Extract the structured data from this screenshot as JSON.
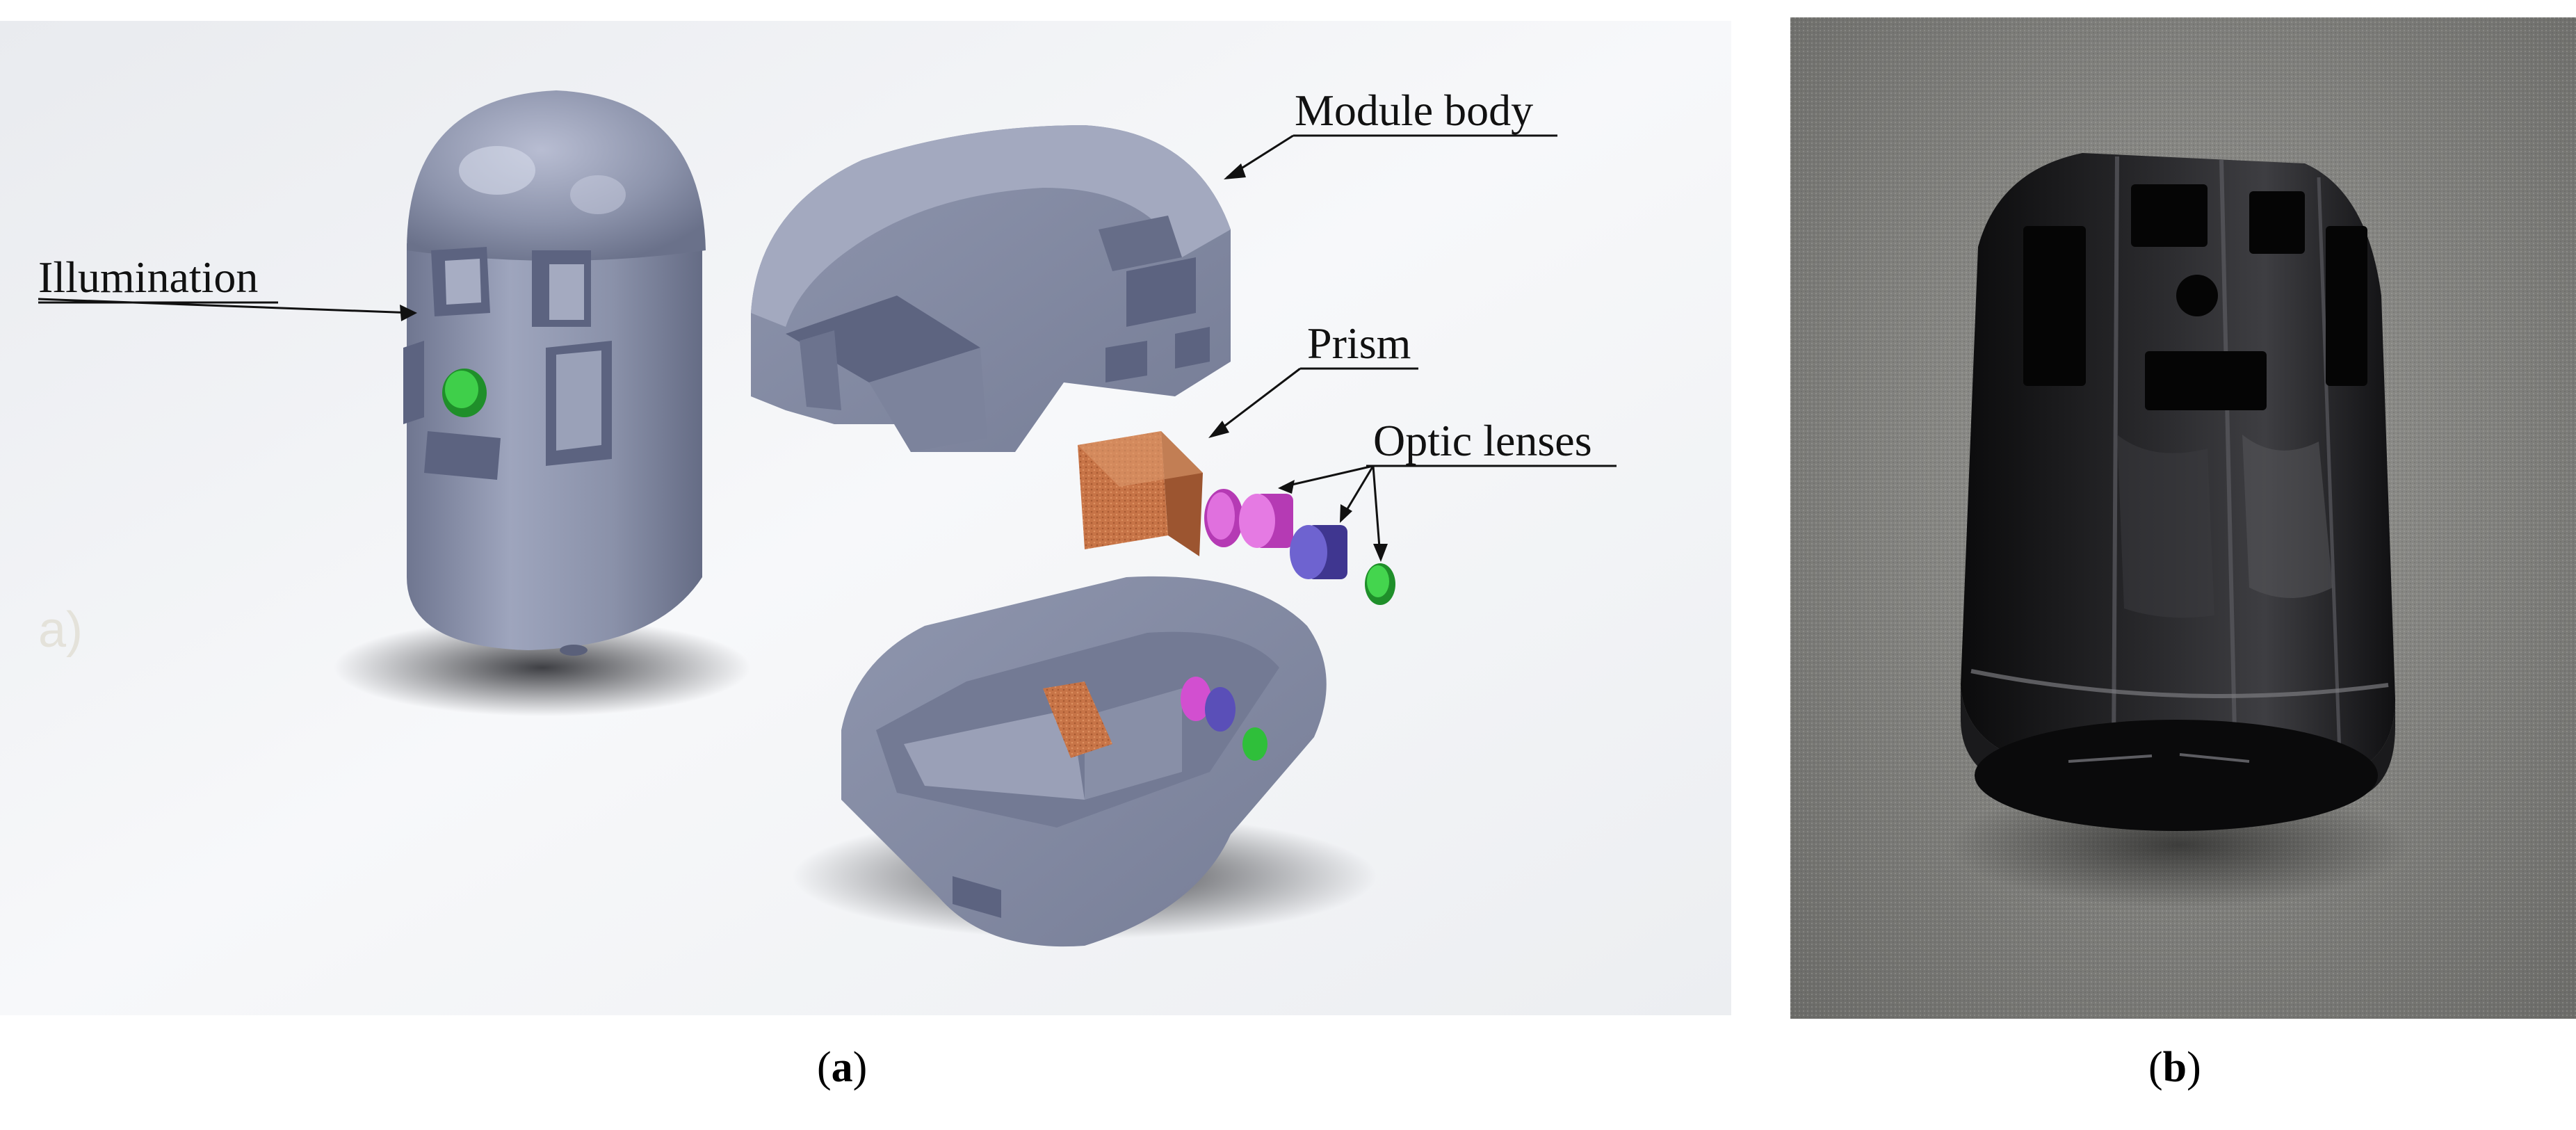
{
  "panel_a": {
    "labels": {
      "illumination": "Illumination",
      "module_body": "Module body",
      "prism": "Prism",
      "optic_lenses": "Optic lenses",
      "faint_tag": "a)"
    },
    "caption": {
      "open": "(",
      "letter": "a",
      "close": ")"
    }
  },
  "panel_b": {
    "caption": {
      "open": "(",
      "letter": "b",
      "close": ")"
    }
  },
  "colors": {
    "body_gray": "#8c93ab",
    "prism_orange": "#c9784a",
    "lens_magenta": "#d24fd0",
    "lens_blue": "#5a4fb8",
    "lens_green": "#2fbf3a",
    "background": "#f2f3f5"
  }
}
